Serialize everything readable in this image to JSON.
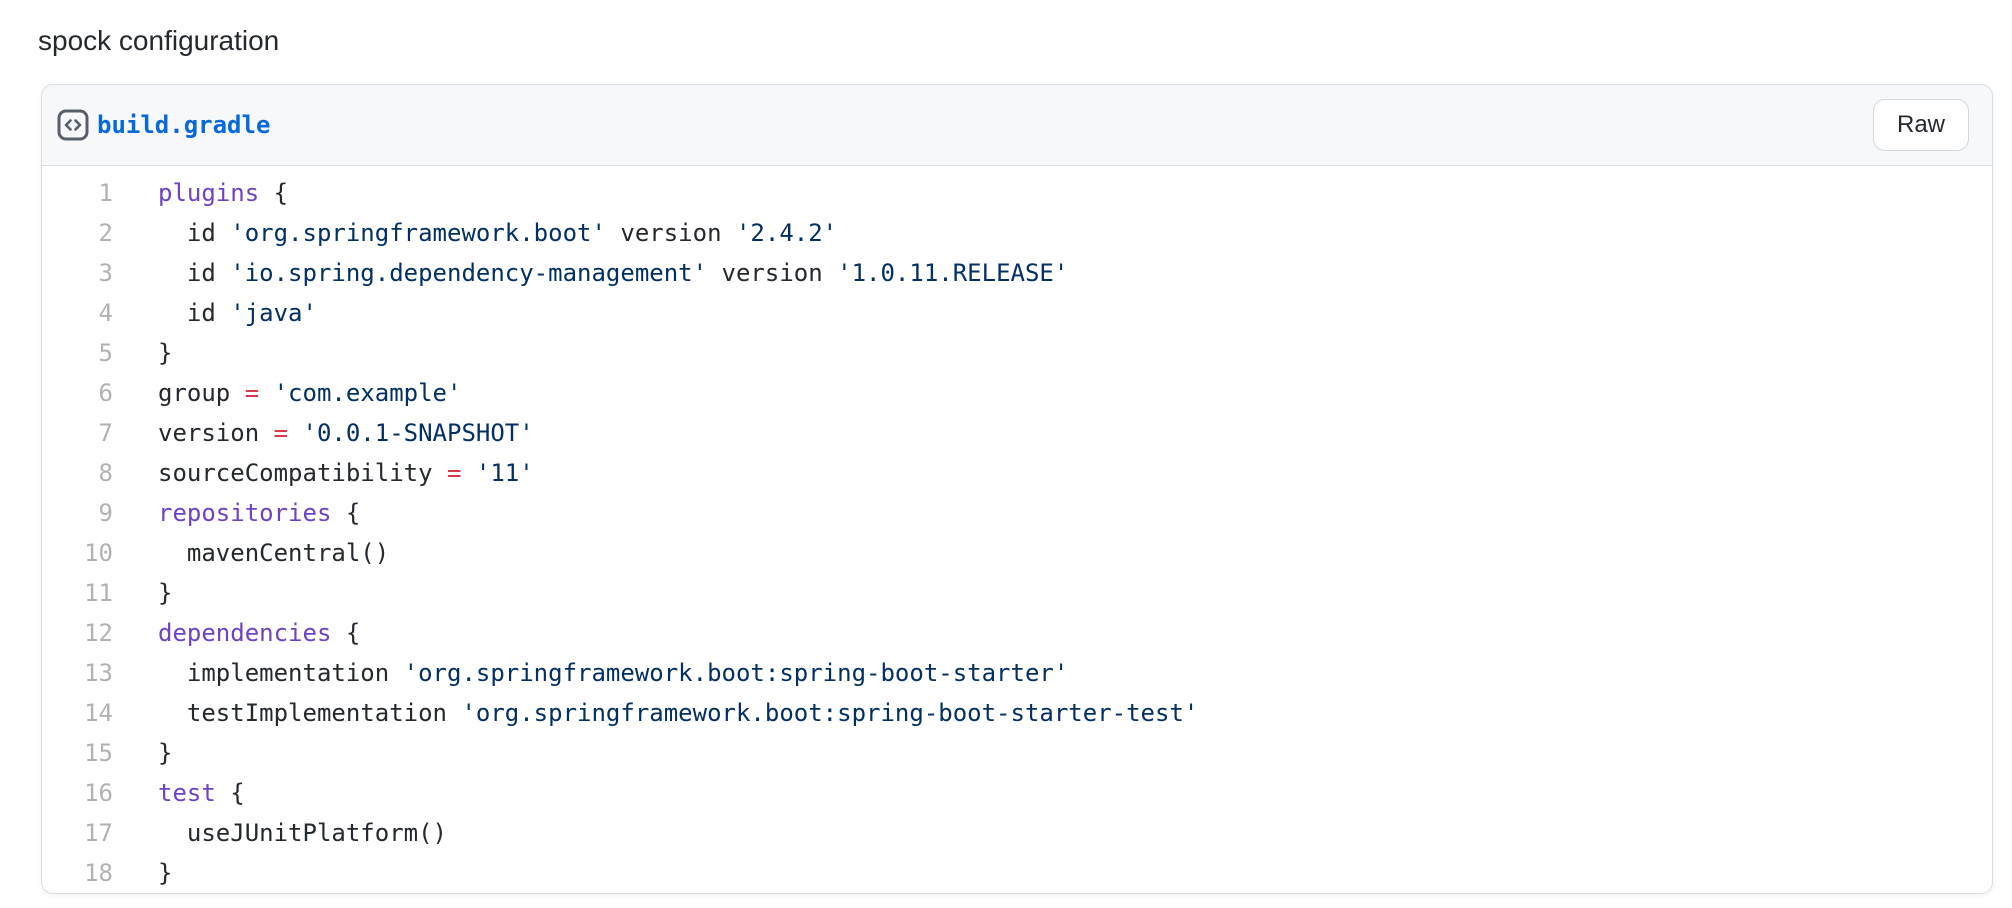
{
  "page": {
    "title": "spock configuration"
  },
  "gist": {
    "filename": "build.gradle",
    "raw_button_label": "Raw",
    "icon": "code-icon"
  },
  "colors": {
    "header_bg": "#f6f8fa",
    "card_border": "#d8dee4",
    "filename_link": "#0969da",
    "code_plain": "#24292f",
    "code_keyword": "#6f42c1",
    "code_string": "#032f62",
    "code_operator": "#d73a49",
    "line_number": "rgba(27,31,36,0.35)"
  },
  "code": {
    "language": "gradle",
    "lines": [
      {
        "n": 1,
        "segs": [
          [
            "kwd",
            "plugins"
          ],
          [
            "pln",
            " {"
          ]
        ]
      },
      {
        "n": 2,
        "segs": [
          [
            "pln",
            "  id "
          ],
          [
            "str",
            "'org.springframework.boot'"
          ],
          [
            "pln",
            " version "
          ],
          [
            "str",
            "'2.4.2'"
          ]
        ]
      },
      {
        "n": 3,
        "segs": [
          [
            "pln",
            "  id "
          ],
          [
            "str",
            "'io.spring.dependency-management'"
          ],
          [
            "pln",
            " version "
          ],
          [
            "str",
            "'1.0.11.RELEASE'"
          ]
        ]
      },
      {
        "n": 4,
        "segs": [
          [
            "pln",
            "  id "
          ],
          [
            "str",
            "'java'"
          ]
        ]
      },
      {
        "n": 5,
        "segs": [
          [
            "pln",
            "}"
          ]
        ]
      },
      {
        "n": 6,
        "segs": [
          [
            "pln",
            "group "
          ],
          [
            "op",
            "="
          ],
          [
            "pln",
            " "
          ],
          [
            "str",
            "'com.example'"
          ]
        ]
      },
      {
        "n": 7,
        "segs": [
          [
            "pln",
            "version "
          ],
          [
            "op",
            "="
          ],
          [
            "pln",
            " "
          ],
          [
            "str",
            "'0.0.1-SNAPSHOT'"
          ]
        ]
      },
      {
        "n": 8,
        "segs": [
          [
            "pln",
            "sourceCompatibility "
          ],
          [
            "op",
            "="
          ],
          [
            "pln",
            " "
          ],
          [
            "str",
            "'11'"
          ]
        ]
      },
      {
        "n": 9,
        "segs": [
          [
            "kwd",
            "repositories"
          ],
          [
            "pln",
            " {"
          ]
        ]
      },
      {
        "n": 10,
        "segs": [
          [
            "pln",
            "  mavenCentral()"
          ]
        ]
      },
      {
        "n": 11,
        "segs": [
          [
            "pln",
            "}"
          ]
        ]
      },
      {
        "n": 12,
        "segs": [
          [
            "kwd",
            "dependencies"
          ],
          [
            "pln",
            " {"
          ]
        ]
      },
      {
        "n": 13,
        "segs": [
          [
            "pln",
            "  implementation "
          ],
          [
            "str",
            "'org.springframework.boot:spring-boot-starter'"
          ]
        ]
      },
      {
        "n": 14,
        "segs": [
          [
            "pln",
            "  testImplementation "
          ],
          [
            "str",
            "'org.springframework.boot:spring-boot-starter-test'"
          ]
        ]
      },
      {
        "n": 15,
        "segs": [
          [
            "pln",
            "}"
          ]
        ]
      },
      {
        "n": 16,
        "segs": [
          [
            "kwd",
            "test"
          ],
          [
            "pln",
            " {"
          ]
        ]
      },
      {
        "n": 17,
        "segs": [
          [
            "pln",
            "  useJUnitPlatform()"
          ]
        ]
      },
      {
        "n": 18,
        "segs": [
          [
            "pln",
            "}"
          ]
        ]
      }
    ]
  }
}
